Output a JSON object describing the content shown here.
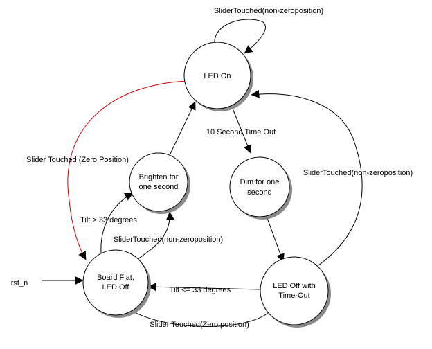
{
  "states": {
    "led_on": {
      "lines": [
        "LED On"
      ]
    },
    "brighten": {
      "lines": [
        "Brighten for",
        "one second"
      ]
    },
    "dim": {
      "lines": [
        "Dim for one",
        "second"
      ]
    },
    "board_flat": {
      "lines": [
        "Board Flat,",
        "LED Off"
      ]
    },
    "led_off_timeout": {
      "lines": [
        "LED Off with",
        "Time-Out"
      ]
    }
  },
  "inputs": {
    "reset": "rst_n"
  },
  "transitions": {
    "led_on_self": "SliderTouched(non-zeroposition)",
    "led_on_to_dim": "10 Second Time Out",
    "led_on_to_board_flat": "Slider Touched (Zero Position)",
    "timeout_to_led_on": "SliderTouched(non-zeroposition)",
    "board_flat_to_brighten": "Tilt > 33 degrees",
    "board_flat_to_brighten_slider": "SliderTouched(non-zeroposition)",
    "timeout_to_board_flat_tilt": "Tilt <= 33 degrees",
    "timeout_to_board_flat_slider": "Slider Touched(Zero position)"
  },
  "colors": {
    "highlight_edge": "#cc0000",
    "node_shadow": "#8a8a8a"
  }
}
